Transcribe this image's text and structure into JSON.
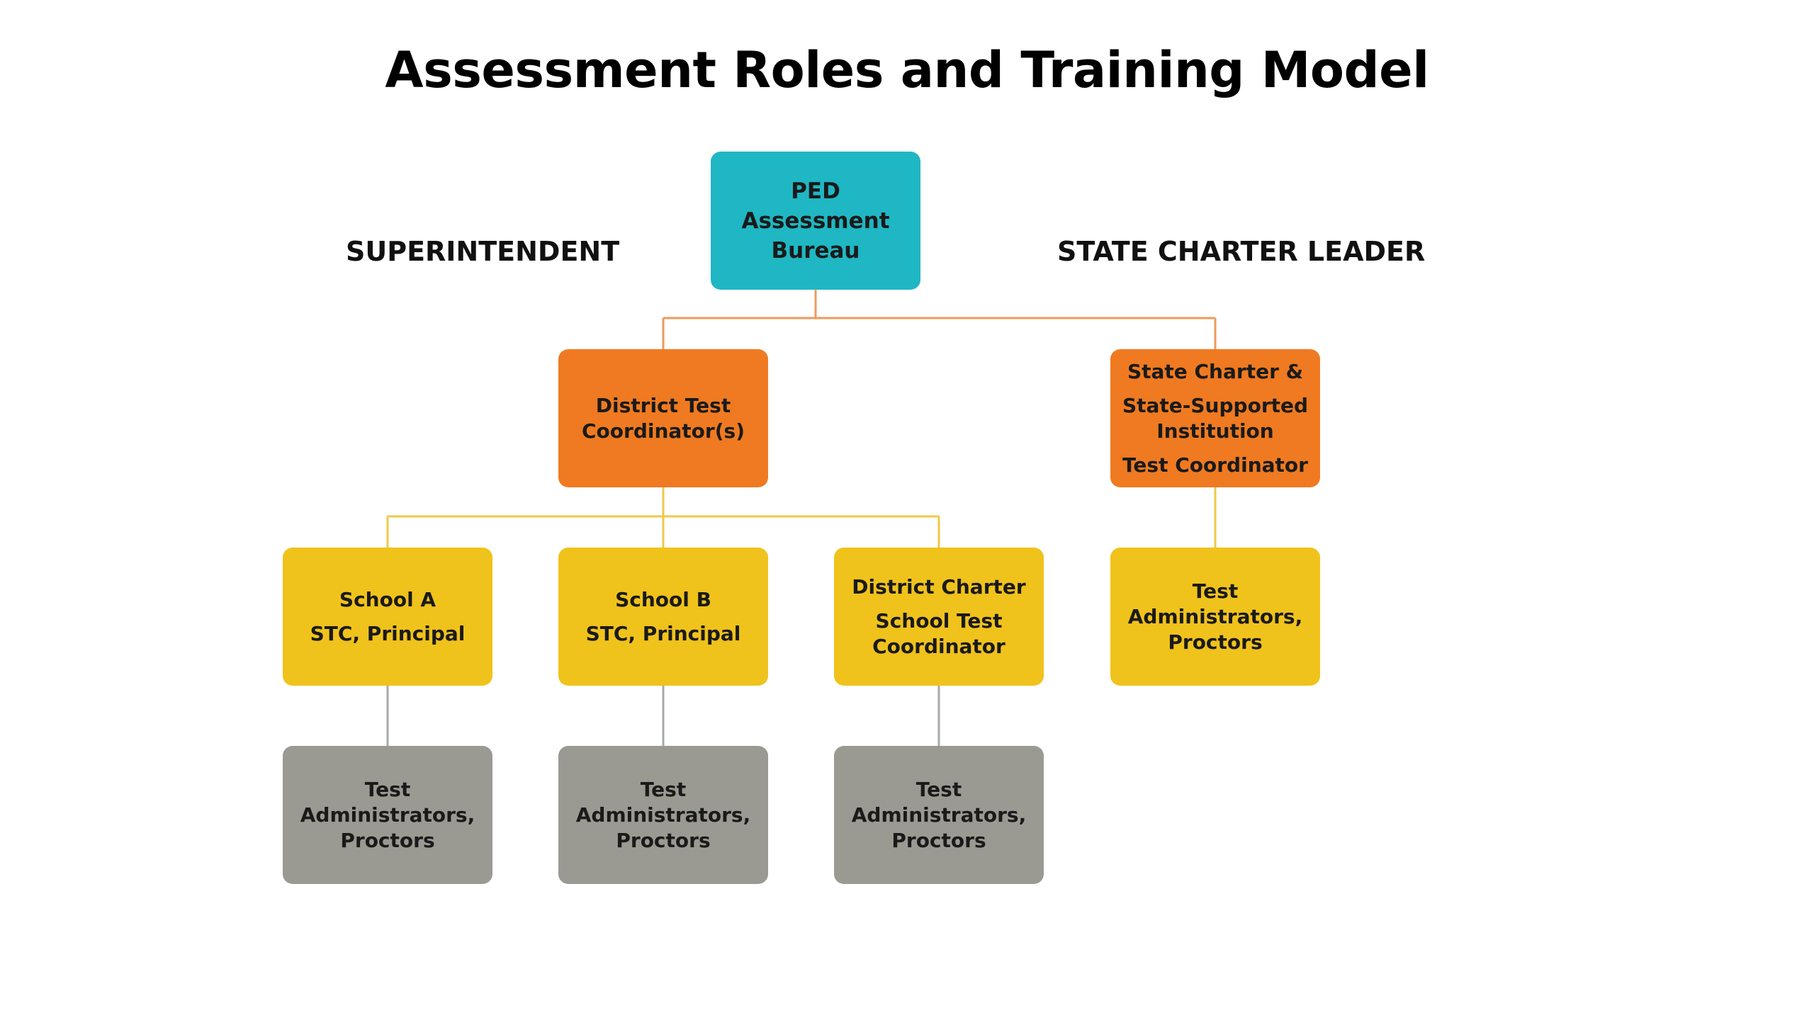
{
  "title": "Assessment Roles and Training Model",
  "side_labels": {
    "left": "SUPERINTENDENT",
    "right": "STATE CHARTER LEADER"
  },
  "nodes": {
    "ped": {
      "lines": [
        "PED Assessment",
        "Bureau"
      ]
    },
    "district_test_coordinator": {
      "lines": [
        "District Test",
        "Coordinator(s)"
      ]
    },
    "state_charter_coordinator": {
      "lines": [
        "State Charter &",
        "State-Supported",
        "Institution",
        "Test Coordinator"
      ]
    },
    "school_a": {
      "lines": [
        "School A",
        "STC, Principal"
      ]
    },
    "school_b": {
      "lines": [
        "School B",
        "STC, Principal"
      ]
    },
    "district_charter": {
      "lines": [
        "District Charter",
        "School Test",
        "Coordinator"
      ]
    },
    "ta_state_charter": {
      "lines": [
        "Test Administrators,",
        "Proctors"
      ]
    },
    "ta_school_a": {
      "lines": [
        "Test Administrators,",
        "Proctors"
      ]
    },
    "ta_school_b": {
      "lines": [
        "Test Administrators,",
        "Proctors"
      ]
    },
    "ta_district_charter": {
      "lines": [
        "Test Administrators,",
        "Proctors"
      ]
    }
  },
  "colors": {
    "level1": "#1fb7c3",
    "level2": "#ef7a21",
    "level3": "#f0c21c",
    "level4": "#9a9a93",
    "connector_orange": "#ef9a5a",
    "connector_yellow": "#f0c84a",
    "connector_gray": "#a8a8a8"
  }
}
